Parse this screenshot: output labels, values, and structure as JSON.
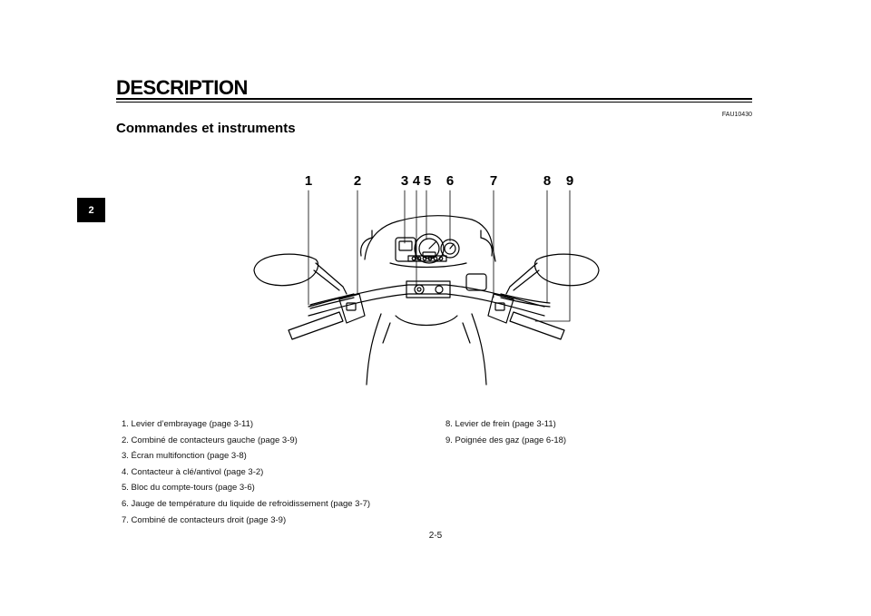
{
  "page": {
    "chapter_number": "2",
    "section_title": "DESCRIPTION",
    "document_code": "FAU10430",
    "subtitle": "Commandes et instruments",
    "page_number": "2-5"
  },
  "figure": {
    "callouts": [
      "1",
      "2",
      "3",
      "4",
      "5",
      "6",
      "7",
      "8",
      "9"
    ]
  },
  "legend": {
    "left_column": [
      "1.  Levier d’embrayage (page 3-11)",
      "2.  Combiné de contacteurs gauche (page 3-9)",
      "3.  Écran multifonction (page 3-8)",
      "4.  Contacteur à clé/antivol (page 3-2)",
      "5.  Bloc du compte-tours (page 3-6)",
      "6.  Jauge de température du liquide de refroidissement (page 3-7)",
      "7.  Combiné de contacteurs droit (page 3-9)"
    ],
    "right_column": [
      "8.  Levier de frein (page 3-11)",
      "9.  Poignée des gaz (page 6-18)"
    ]
  }
}
